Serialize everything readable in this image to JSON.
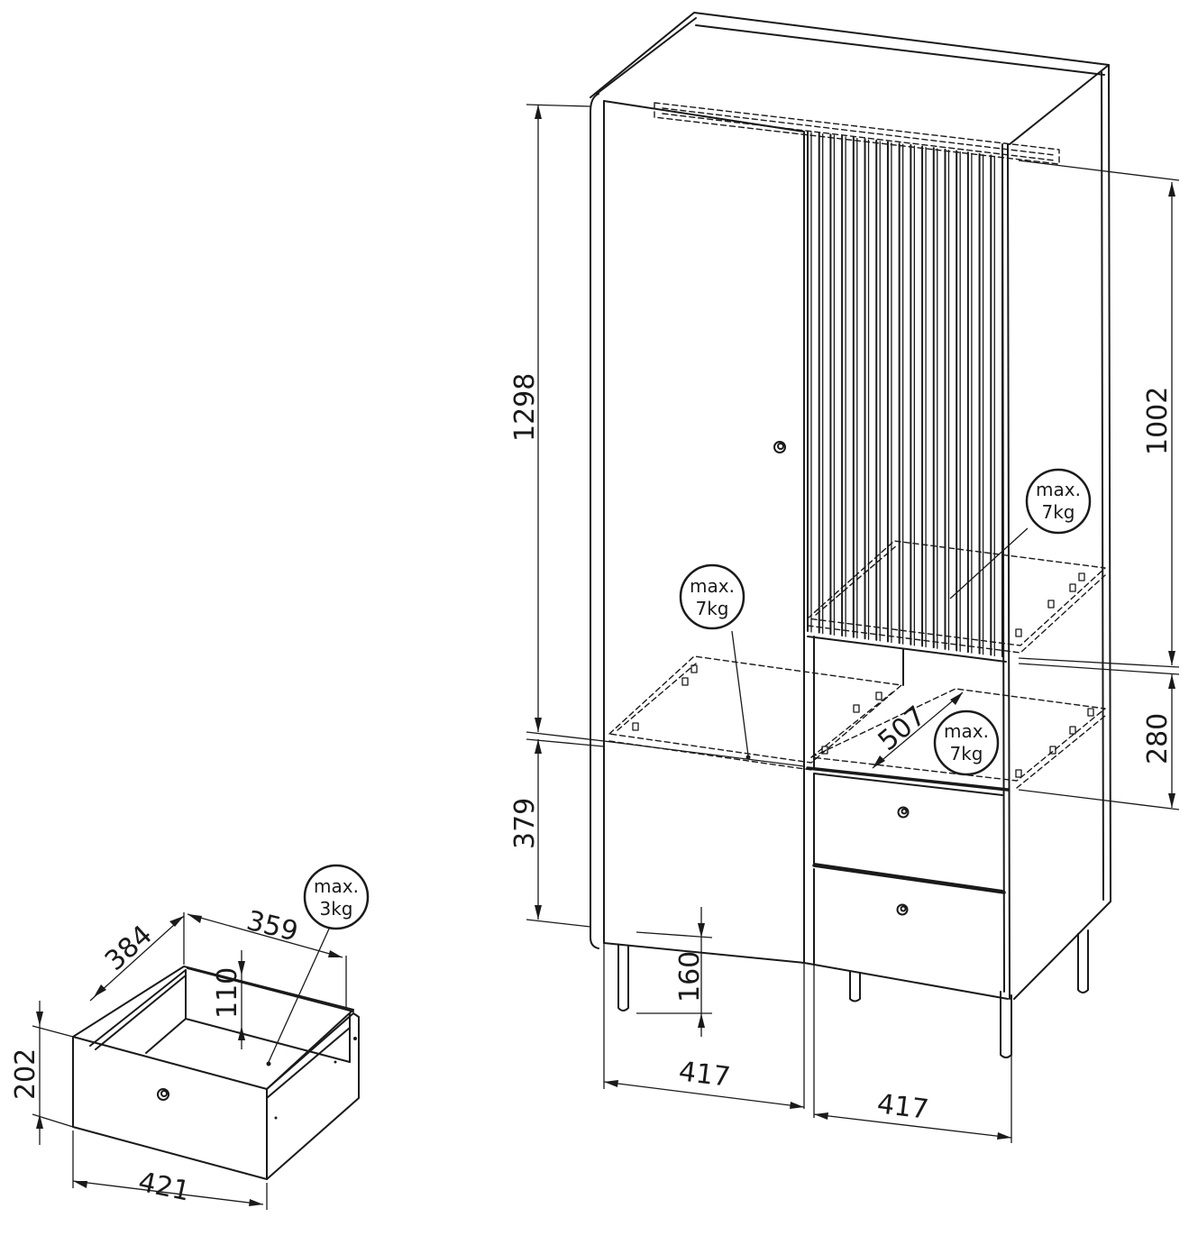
{
  "dimensions": {
    "wardrobe_height_left": "1298",
    "lower_section_height": "379",
    "upper_right_height": "1002",
    "middle_right_height": "280",
    "shelf_depth": "507",
    "leg_height": "160",
    "left_width": "417",
    "right_width": "417",
    "drawer_depth": "384",
    "drawer_inner_width": "359",
    "drawer_inner_height": "110",
    "drawer_height": "202",
    "drawer_width": "421"
  },
  "callouts": {
    "shelf_left": {
      "line1": "max.",
      "line2": "7kg"
    },
    "shelf_right_top": {
      "line1": "max.",
      "line2": "7kg"
    },
    "shelf_right_middle": {
      "line1": "max.",
      "line2": "7kg"
    },
    "drawer": {
      "line1": "max.",
      "line2": "3kg"
    }
  }
}
